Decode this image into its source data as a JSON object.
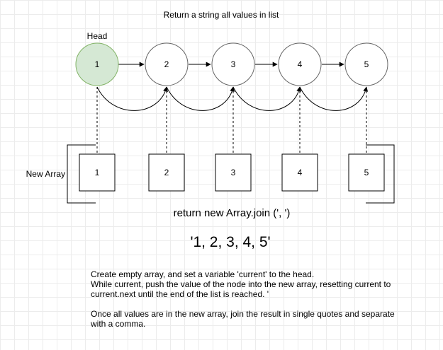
{
  "title": "Return a string all values in list",
  "head_label": "Head",
  "array_label": "New Array",
  "nodes": [
    "1",
    "2",
    "3",
    "4",
    "5"
  ],
  "array_values": [
    "1",
    "2",
    "3",
    "4",
    "5"
  ],
  "return_text": "return new Array.join (', ')",
  "result_text": "'1, 2, 3, 4, 5'",
  "description": {
    "line1": "Create empty array, and set a variable 'current' to the head.",
    "line2": "While current, push the value of the node into the new array, resetting current to current.next until the end of the list is reached. '",
    "line3": "Once all values are in the new array, join the result in single quotes and separate with a comma."
  },
  "colors": {
    "head_fill": "#d5e8d4",
    "head_stroke": "#82b366",
    "node_fill": "#ffffff",
    "node_stroke": "#666666"
  }
}
